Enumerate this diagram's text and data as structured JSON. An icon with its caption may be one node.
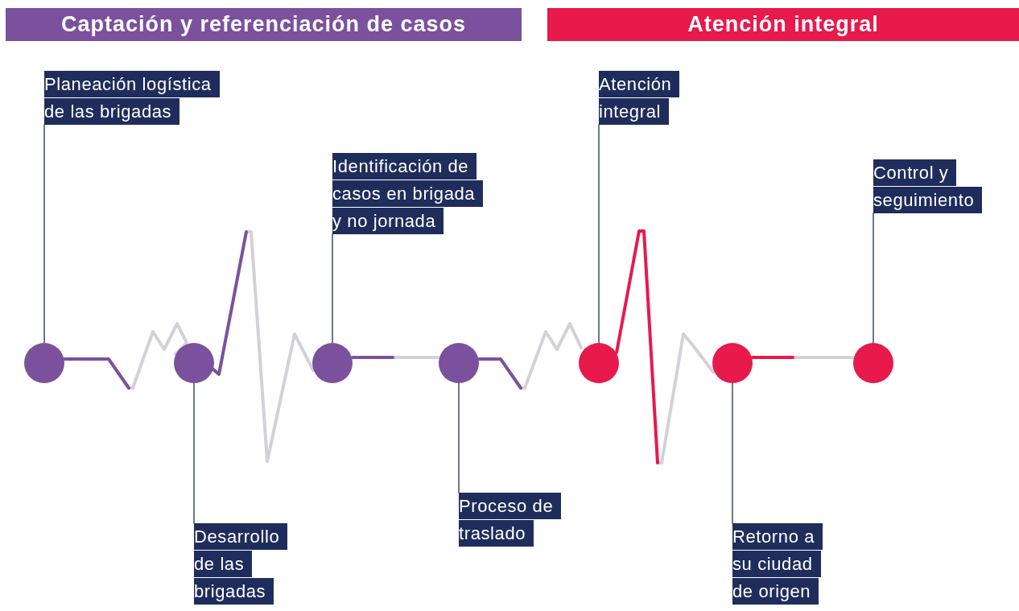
{
  "diagram": {
    "nodes": [
      {
        "text": [
          "Captación y referenciación de casos"
        ]
      },
      {
        "text": [
          "Atención integral"
        ]
      },
      {
        "text": [
          "Planeación logística de las brigadas"
        ]
      },
      {
        "text": [],
        "shape": "circle"
      },
      {
        "text": [],
        "shape": "circle"
      },
      {
        "text": [
          "Desarrollo de las brigadas"
        ]
      },
      {
        "text": [
          "Identificación de casos en brigada y no jornada"
        ]
      },
      {
        "text": [],
        "shape": "circle"
      },
      {
        "text": [],
        "shape": "circle"
      },
      {
        "text": [
          "Proceso de traslado"
        ]
      },
      {
        "text": [
          "Atención integral"
        ]
      },
      {
        "text": [],
        "shape": "circle"
      },
      {
        "text": [],
        "shape": "circle"
      },
      {
        "text": [
          "Retorno a su ciudad de origen"
        ]
      },
      {
        "text": [
          "Control y seguimiento"
        ]
      },
      {
        "text": [],
        "shape": "circle"
      }
    ],
    "edges": [
      {
        "from": 2,
        "to": 3,
        "arrow": "none"
      },
      {
        "from": 5,
        "to": 4,
        "arrow": "none"
      },
      {
        "from": 6,
        "to": 7,
        "arrow": "none"
      },
      {
        "from": 9,
        "to": 8,
        "arrow": "none"
      },
      {
        "from": 10,
        "to": 11,
        "arrow": "none"
      },
      {
        "from": 13,
        "to": 12,
        "arrow": "none"
      },
      {
        "from": 14,
        "to": 15,
        "arrow": "none"
      },
      {
        "from": 3,
        "to": 4,
        "arrow": "none",
        "style": "thick",
        "color": "#d3d1d8"
      },
      {
        "from": 4,
        "to": 7,
        "arrow": "none",
        "style": "thick",
        "color": "#d3d1d8"
      },
      {
        "from": 7,
        "to": 8,
        "arrow": "none",
        "style": "thick",
        "color": "#d3d1d8"
      },
      {
        "from": 8,
        "to": 11,
        "arrow": "none",
        "style": "thick",
        "color": "#d3d1d8"
      },
      {
        "from": 11,
        "to": 12,
        "arrow": "none",
        "style": "thick",
        "color": "#d3d1d8"
      },
      {
        "from": 12,
        "to": 15,
        "arrow": "none",
        "style": "thick",
        "color": "#d3d1d8"
      }
    ]
  }
}
